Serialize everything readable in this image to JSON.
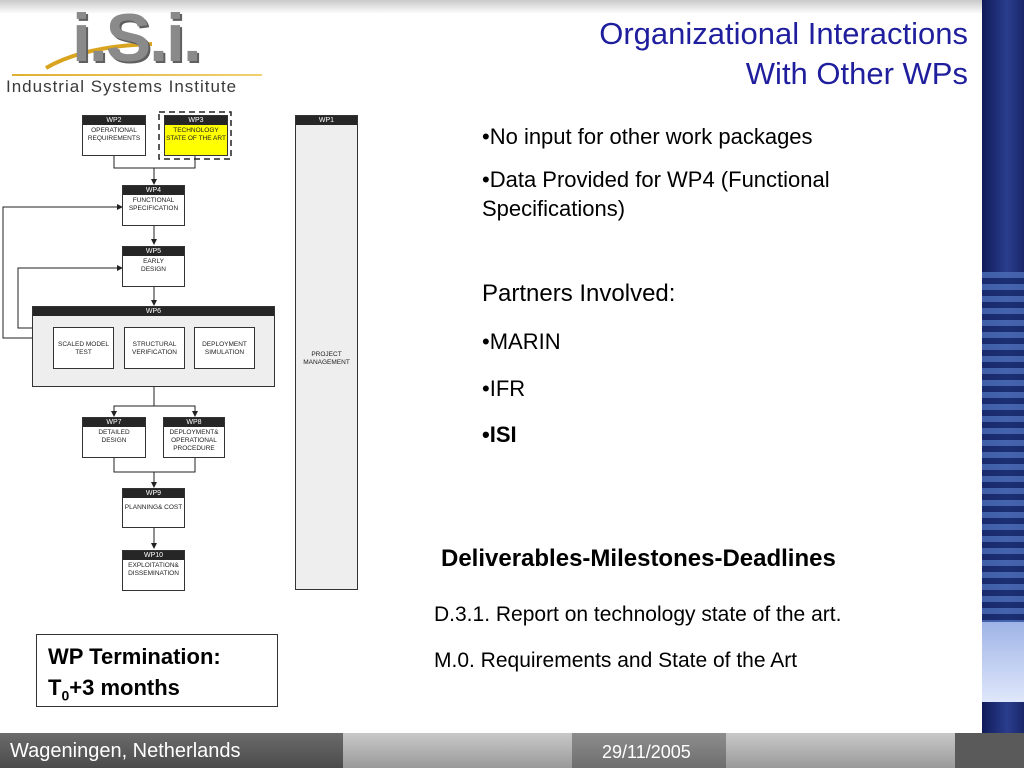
{
  "logo": {
    "name": "i.S.i.",
    "subtitle": "Industrial Systems Institute"
  },
  "slide": {
    "title_line1": "Organizational Interactions",
    "title_line2": "With Other WPs"
  },
  "bullets": [
    "•No input for other work packages",
    "•Data Provided for WP4 (Functional Specifications)"
  ],
  "partners": {
    "heading": "Partners Involved:",
    "items": [
      "•MARIN",
      "•IFR",
      "•ISI"
    ]
  },
  "deliverables": {
    "heading": "Deliverables-Milestones-Deadlines",
    "items": [
      "D.3.1. Report on technology state of the art.",
      "M.0. Requirements and State of the Art"
    ]
  },
  "termination": {
    "line1": "WP Termination:",
    "prefix": "T",
    "subscript": "0",
    "suffix": "+3 months"
  },
  "diagram": {
    "wp1": {
      "id": "WP1",
      "label": "PROJECT MANAGEMENT"
    },
    "wp2": {
      "id": "WP2",
      "label": "OPERATIONAL REQUIREMENTS"
    },
    "wp3": {
      "id": "WP3",
      "label": "TECHNOLOGY STATE OF THE ART"
    },
    "wp4": {
      "id": "WP4",
      "label": "FUNCTIONAL SPECIFICATION"
    },
    "wp5": {
      "id": "WP5",
      "label": "EARLY DESIGN"
    },
    "wp6": {
      "id": "WP6",
      "subs": [
        "SCALED MODEL TEST",
        "STRUCTURAL VERIFICATION",
        "DEPLOYMENT SIMULATION"
      ]
    },
    "wp7": {
      "id": "WP7",
      "label": "DETAILED DESIGN"
    },
    "wp8": {
      "id": "WP8",
      "label": "DEPLOYMENT& OPERATIONAL PROCEDURE"
    },
    "wp9": {
      "id": "WP9",
      "label": "PLANNING& COST"
    },
    "wp10": {
      "id": "WP10",
      "label": "EXPLOITATION& DISSEMINATION"
    },
    "highlight_color": "#ffff00"
  },
  "footer": {
    "location": "Wageningen, Netherlands",
    "date": "29/11/2005"
  }
}
